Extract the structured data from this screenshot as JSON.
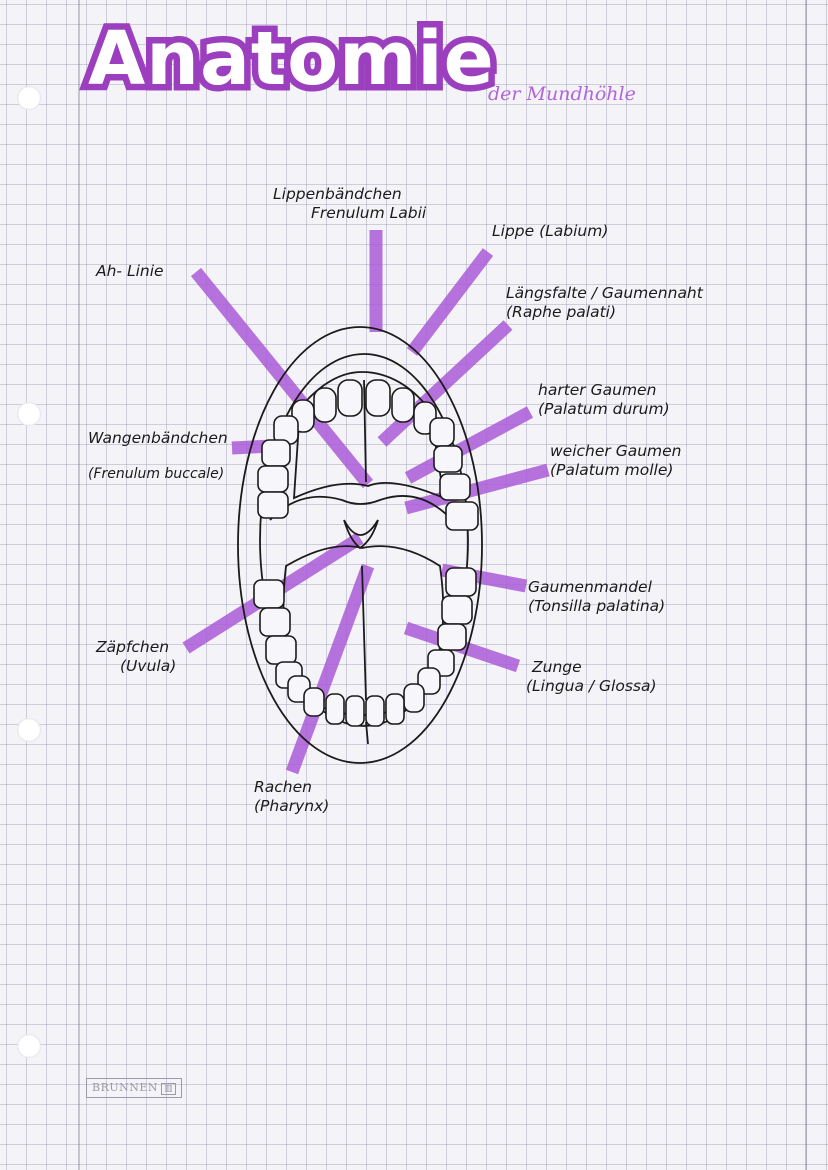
{
  "title": "Anatomie",
  "subtitle": "der Mundhöhle",
  "brand": "BRUNNEN",
  "labels": {
    "lippenbaendchen": [
      "Lippenbändchen",
      "Frenulum Labii"
    ],
    "ah_linie": [
      "Ah- Linie"
    ],
    "lippe": [
      "Lippe (Labium)"
    ],
    "laengsfalte": [
      "Längsfalte / Gaumennaht",
      "(Raphe palati)"
    ],
    "harter_gaumen": [
      "harter Gaumen",
      "(Palatum durum)"
    ],
    "weicher_gaumen": [
      "weicher Gaumen",
      "(Palatum molle)"
    ],
    "wangenbaendchen": [
      "Wangenbändchen",
      "(Frenulum buccale)"
    ],
    "gaumenmandel": [
      "Gaumenmandel",
      "(Tonsilla palatina)"
    ],
    "zaepfchen": [
      "Zäpfchen",
      "(Uvula)"
    ],
    "zunge": [
      "Zunge",
      "(Lingua / Glossa)"
    ],
    "rachen": [
      "Rachen",
      "(Pharynx)"
    ]
  },
  "colors": {
    "title_outline": "#9b3fbf",
    "highlighter": "#a855d6",
    "ink": "#1b1b1b",
    "grid": "#8c8caa"
  }
}
